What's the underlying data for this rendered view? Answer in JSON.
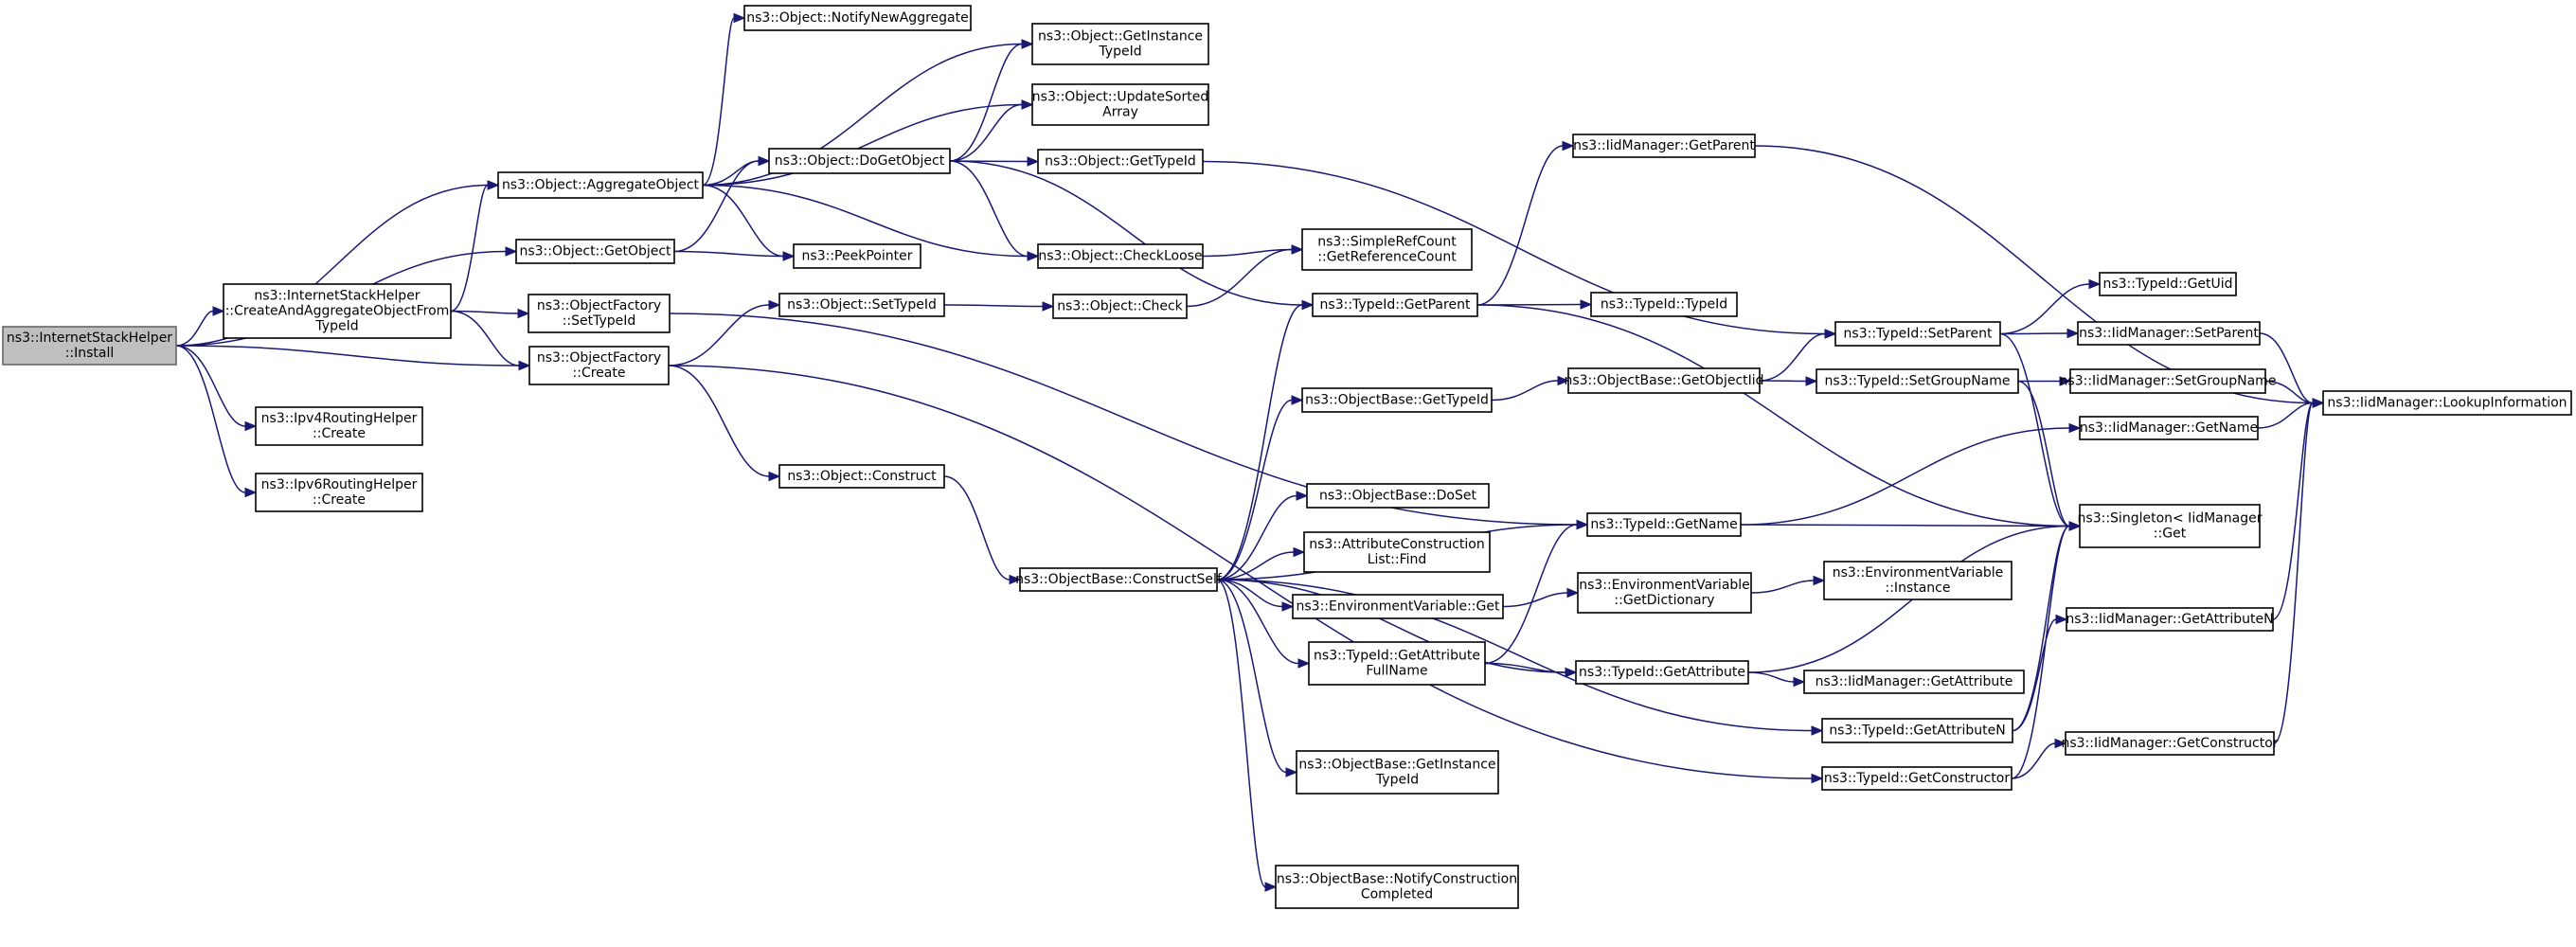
{
  "diagram": {
    "root": "install",
    "nodes": [
      {
        "id": "install",
        "lines": [
          "ns3::InternetStackHelper",
          "::Install"
        ]
      },
      {
        "id": "aggregate",
        "lines": [
          "ns3::Object::AggregateObject"
        ]
      },
      {
        "id": "createAgg",
        "lines": [
          "ns3::InternetStackHelper",
          "::CreateAndAggregateObjectFrom",
          "TypeId"
        ]
      },
      {
        "id": "getObject",
        "lines": [
          "ns3::Object::GetObject"
        ]
      },
      {
        "id": "factoryCreate",
        "lines": [
          "ns3::ObjectFactory",
          "::Create"
        ]
      },
      {
        "id": "ipv4Create",
        "lines": [
          "ns3::Ipv4RoutingHelper",
          "::Create"
        ]
      },
      {
        "id": "ipv6Create",
        "lines": [
          "ns3::Ipv6RoutingHelper",
          "::Create"
        ]
      },
      {
        "id": "notifyNewAgg",
        "lines": [
          "ns3::Object::NotifyNewAggregate"
        ]
      },
      {
        "id": "doGetObject",
        "lines": [
          "ns3::Object::DoGetObject"
        ]
      },
      {
        "id": "peekPointer",
        "lines": [
          "ns3::PeekPointer"
        ]
      },
      {
        "id": "factorySetTypeId",
        "lines": [
          "ns3::ObjectFactory",
          "::SetTypeId"
        ]
      },
      {
        "id": "objSetTypeId",
        "lines": [
          "ns3::Object::SetTypeId"
        ]
      },
      {
        "id": "objConstruct",
        "lines": [
          "ns3::Object::Construct"
        ]
      },
      {
        "id": "getInstanceTypeId",
        "lines": [
          "ns3::Object::GetInstance",
          "TypeId"
        ]
      },
      {
        "id": "updateSorted",
        "lines": [
          "ns3::Object::UpdateSorted",
          "Array"
        ]
      },
      {
        "id": "objGetTypeId",
        "lines": [
          "ns3::Object::GetTypeId"
        ]
      },
      {
        "id": "checkLoose",
        "lines": [
          "ns3::Object::CheckLoose"
        ]
      },
      {
        "id": "objCheck",
        "lines": [
          "ns3::Object::Check"
        ]
      },
      {
        "id": "constructSelf",
        "lines": [
          "ns3::ObjectBase::ConstructSelf"
        ]
      },
      {
        "id": "getRefCount",
        "lines": [
          "ns3::SimpleRefCount",
          "::GetReferenceCount"
        ]
      },
      {
        "id": "tidGetParent",
        "lines": [
          "ns3::TypeId::GetParent"
        ]
      },
      {
        "id": "obGetTypeId",
        "lines": [
          "ns3::ObjectBase::GetTypeId"
        ]
      },
      {
        "id": "obDoSet",
        "lines": [
          "ns3::ObjectBase::DoSet"
        ]
      },
      {
        "id": "acFind",
        "lines": [
          "ns3::AttributeConstruction",
          "List::Find"
        ]
      },
      {
        "id": "envGet",
        "lines": [
          "ns3::EnvironmentVariable::Get"
        ]
      },
      {
        "id": "tidGetAttrFullName",
        "lines": [
          "ns3::TypeId::GetAttribute",
          "FullName"
        ]
      },
      {
        "id": "obGetInstanceTypeId",
        "lines": [
          "ns3::ObjectBase::GetInstance",
          "TypeId"
        ]
      },
      {
        "id": "obNotifyConstruction",
        "lines": [
          "ns3::ObjectBase::NotifyConstruction",
          "Completed"
        ]
      },
      {
        "id": "iidGetParent",
        "lines": [
          "ns3::IidManager::GetParent"
        ]
      },
      {
        "id": "tidTypeId",
        "lines": [
          "ns3::TypeId::TypeId"
        ]
      },
      {
        "id": "obGetObjectIid",
        "lines": [
          "ns3::ObjectBase::GetObjectIid"
        ]
      },
      {
        "id": "tidGetName",
        "lines": [
          "ns3::TypeId::GetName"
        ]
      },
      {
        "id": "envGetDict",
        "lines": [
          "ns3::EnvironmentVariable",
          "::GetDictionary"
        ]
      },
      {
        "id": "tidGetAttribute",
        "lines": [
          "ns3::TypeId::GetAttribute"
        ]
      },
      {
        "id": "tidSetParent",
        "lines": [
          "ns3::TypeId::SetParent"
        ]
      },
      {
        "id": "tidSetGroupName",
        "lines": [
          "ns3::TypeId::SetGroupName"
        ]
      },
      {
        "id": "envInstance",
        "lines": [
          "ns3::EnvironmentVariable",
          "::Instance"
        ]
      },
      {
        "id": "iidGetAttribute",
        "lines": [
          "ns3::IidManager::GetAttribute"
        ]
      },
      {
        "id": "tidGetAttributeN",
        "lines": [
          "ns3::TypeId::GetAttributeN"
        ]
      },
      {
        "id": "tidGetConstructor",
        "lines": [
          "ns3::TypeId::GetConstructor"
        ]
      },
      {
        "id": "tidGetUid",
        "lines": [
          "ns3::TypeId::GetUid"
        ]
      },
      {
        "id": "iidSetParent",
        "lines": [
          "ns3::IidManager::SetParent"
        ]
      },
      {
        "id": "iidSetGroupName",
        "lines": [
          "ns3::IidManager::SetGroupName"
        ]
      },
      {
        "id": "iidGetName",
        "lines": [
          "ns3::IidManager::GetName"
        ]
      },
      {
        "id": "singletonGet",
        "lines": [
          "ns3::Singleton< IidManager",
          "::Get"
        ]
      },
      {
        "id": "iidGetAttributeN",
        "lines": [
          "ns3::IidManager::GetAttributeN"
        ]
      },
      {
        "id": "iidGetConstructor",
        "lines": [
          "ns3::IidManager::GetConstructor"
        ]
      },
      {
        "id": "iidLookup",
        "lines": [
          "ns3::IidManager::LookupInformation"
        ]
      }
    ],
    "edges": [
      [
        "install",
        "aggregate"
      ],
      [
        "install",
        "createAgg"
      ],
      [
        "install",
        "getObject"
      ],
      [
        "install",
        "factoryCreate"
      ],
      [
        "install",
        "ipv4Create"
      ],
      [
        "install",
        "ipv6Create"
      ],
      [
        "aggregate",
        "notifyNewAgg"
      ],
      [
        "aggregate",
        "getInstanceTypeId"
      ],
      [
        "aggregate",
        "updateSorted"
      ],
      [
        "aggregate",
        "doGetObject"
      ],
      [
        "aggregate",
        "peekPointer"
      ],
      [
        "aggregate",
        "checkLoose"
      ],
      [
        "createAgg",
        "aggregate"
      ],
      [
        "createAgg",
        "factorySetTypeId"
      ],
      [
        "createAgg",
        "factoryCreate"
      ],
      [
        "getObject",
        "doGetObject"
      ],
      [
        "getObject",
        "peekPointer"
      ],
      [
        "doGetObject",
        "getInstanceTypeId"
      ],
      [
        "doGetObject",
        "updateSorted"
      ],
      [
        "doGetObject",
        "objGetTypeId"
      ],
      [
        "doGetObject",
        "checkLoose"
      ],
      [
        "doGetObject",
        "tidGetParent"
      ],
      [
        "factorySetTypeId",
        "tidGetName"
      ],
      [
        "factoryCreate",
        "objSetTypeId"
      ],
      [
        "factoryCreate",
        "objConstruct"
      ],
      [
        "factoryCreate",
        "tidGetConstructor"
      ],
      [
        "objSetTypeId",
        "objCheck"
      ],
      [
        "objConstruct",
        "constructSelf"
      ],
      [
        "objGetTypeId",
        "tidSetParent"
      ],
      [
        "checkLoose",
        "getRefCount"
      ],
      [
        "objCheck",
        "getRefCount"
      ],
      [
        "constructSelf",
        "tidGetParent"
      ],
      [
        "constructSelf",
        "obGetTypeId"
      ],
      [
        "constructSelf",
        "tidGetName"
      ],
      [
        "constructSelf",
        "obDoSet"
      ],
      [
        "constructSelf",
        "acFind"
      ],
      [
        "constructSelf",
        "envGet"
      ],
      [
        "constructSelf",
        "tidGetAttrFullName"
      ],
      [
        "constructSelf",
        "tidGetAttribute"
      ],
      [
        "constructSelf",
        "obGetInstanceTypeId"
      ],
      [
        "constructSelf",
        "tidGetAttributeN"
      ],
      [
        "constructSelf",
        "obNotifyConstruction"
      ],
      [
        "tidGetParent",
        "iidGetParent"
      ],
      [
        "tidGetParent",
        "tidTypeId"
      ],
      [
        "tidGetParent",
        "singletonGet"
      ],
      [
        "obGetTypeId",
        "obGetObjectIid"
      ],
      [
        "envGet",
        "envGetDict"
      ],
      [
        "tidGetAttrFullName",
        "tidGetName"
      ],
      [
        "tidGetAttrFullName",
        "tidGetAttribute"
      ],
      [
        "iidGetParent",
        "iidLookup"
      ],
      [
        "obGetObjectIid",
        "tidSetParent"
      ],
      [
        "obGetObjectIid",
        "tidSetGroupName"
      ],
      [
        "tidGetName",
        "iidGetName"
      ],
      [
        "tidGetName",
        "singletonGet"
      ],
      [
        "envGetDict",
        "envInstance"
      ],
      [
        "tidGetAttribute",
        "iidGetAttribute"
      ],
      [
        "tidGetAttribute",
        "singletonGet"
      ],
      [
        "tidSetParent",
        "tidGetUid"
      ],
      [
        "tidSetParent",
        "iidSetParent"
      ],
      [
        "tidSetParent",
        "singletonGet"
      ],
      [
        "tidSetGroupName",
        "iidSetGroupName"
      ],
      [
        "tidSetGroupName",
        "singletonGet"
      ],
      [
        "tidGetAttributeN",
        "iidGetAttributeN"
      ],
      [
        "tidGetAttributeN",
        "singletonGet"
      ],
      [
        "tidGetConstructor",
        "iidGetConstructor"
      ],
      [
        "tidGetConstructor",
        "singletonGet"
      ],
      [
        "iidSetParent",
        "iidLookup"
      ],
      [
        "iidSetGroupName",
        "iidLookup"
      ],
      [
        "iidGetName",
        "iidLookup"
      ],
      [
        "iidGetAttributeN",
        "iidLookup"
      ],
      [
        "iidGetConstructor",
        "iidLookup"
      ]
    ],
    "colors": {
      "edge": "#191970",
      "node_border": "#000000",
      "root_fill": "#bfbfbf",
      "root_border": "#666666",
      "node_fill": "#ffffff"
    }
  }
}
